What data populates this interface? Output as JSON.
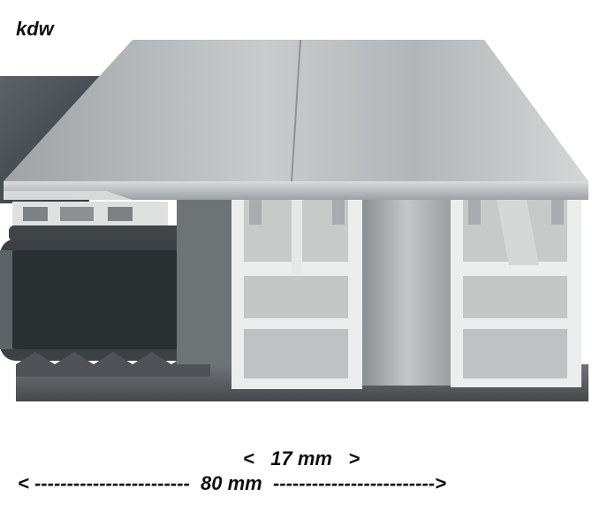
{
  "brand": "kdw",
  "dimensions": {
    "inner": {
      "left": "<",
      "value": "17 mm",
      "right": ">"
    },
    "overall": {
      "text": "< ------------------------  80 mm  ------------------------->"
    }
  },
  "colors": {
    "background": "#ffffff",
    "aluminium": "#b9bcbe",
    "profile_white": "#ecedec",
    "dark_frame": "#3e4448",
    "seal": "#585c60"
  }
}
